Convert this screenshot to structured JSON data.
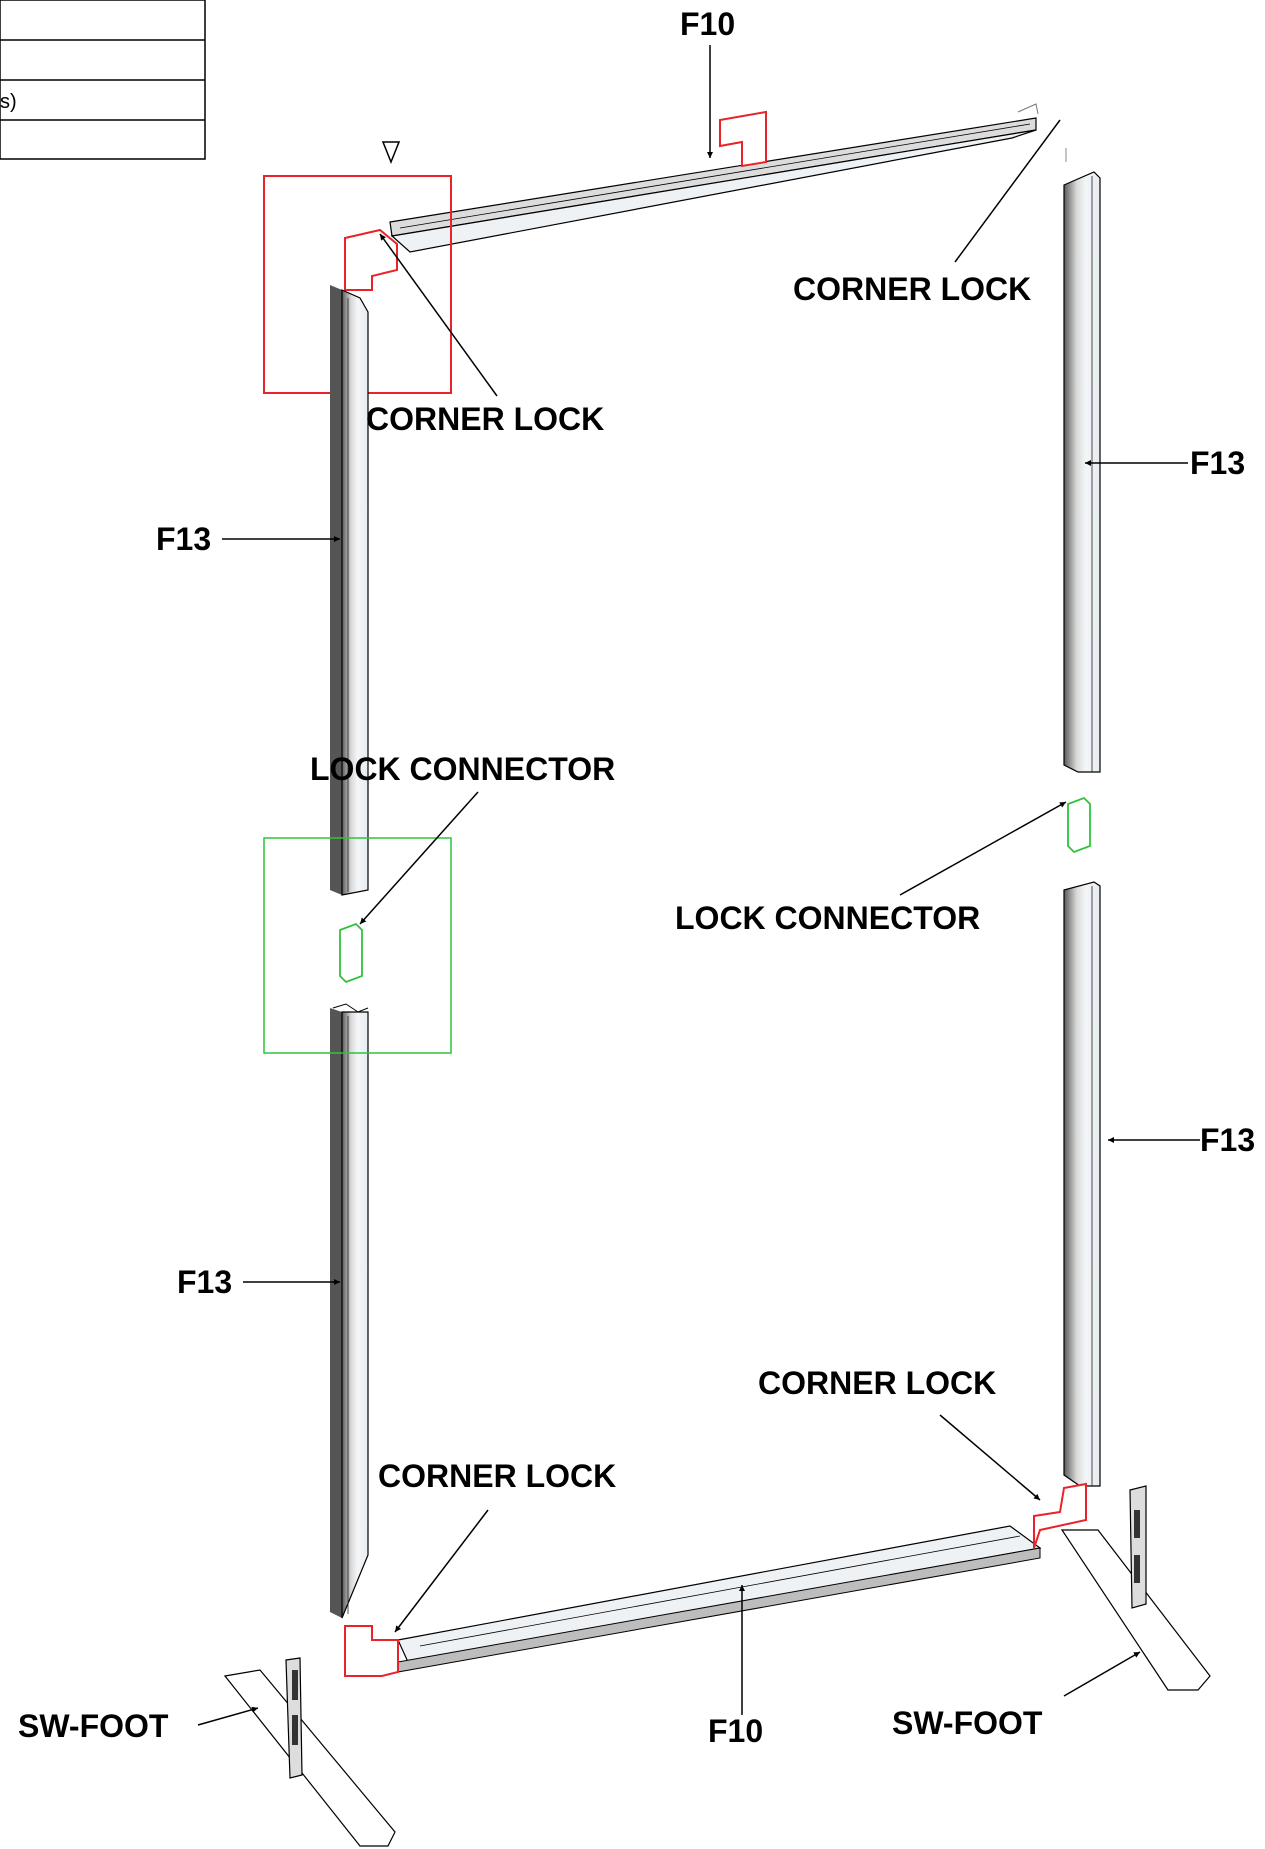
{
  "title_block": {
    "partial_text": "s)"
  },
  "labels": {
    "f10_top": "F10",
    "corner_lock_top_right": "CORNER LOCK",
    "corner_lock_top_left": "CORNER LOCK",
    "f13_right_upper": "F13",
    "f13_left_upper": "F13",
    "lock_connector_left": "LOCK CONNECTOR",
    "lock_connector_right": "LOCK CONNECTOR",
    "f13_right_lower": "F13",
    "f13_left_lower": "F13",
    "corner_lock_bottom_right": "CORNER LOCK",
    "corner_lock_bottom_left": "CORNER LOCK",
    "sw_foot_left": "SW-FOOT",
    "f10_bottom": "F10",
    "sw_foot_right": "SW-FOOT"
  },
  "colors": {
    "corner_lock": "#e8242a",
    "lock_connector": "#2ec43a",
    "frame_face": "#eaf0f4",
    "line": "#000000"
  }
}
